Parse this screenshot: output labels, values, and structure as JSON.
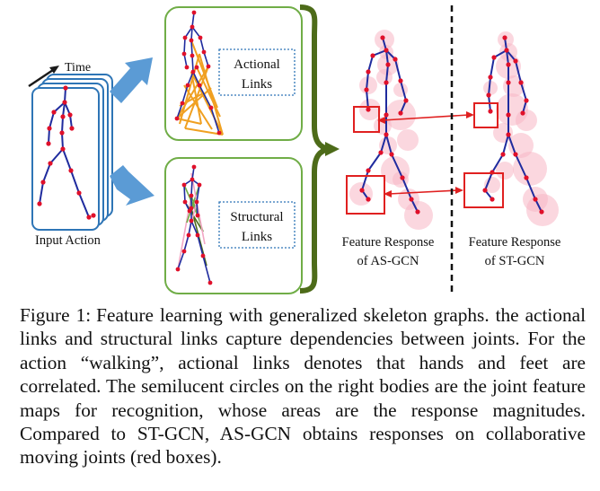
{
  "figure": {
    "time_label": "Time",
    "input_label": "Input Action",
    "actional_label": [
      "Actional",
      "Links"
    ],
    "structural_label": [
      "Structural",
      "Links"
    ],
    "as_gcn_label": [
      "Feature Response",
      "of AS-GCN"
    ],
    "st_gcn_label": [
      "Feature Response",
      "of ST-GCN"
    ]
  },
  "caption": {
    "prefix": "Figure 1:",
    "text": "Feature learning with generalized skeleton graphs. the actional links and structural links capture dependencies between joints. For the action “walking”, actional links denotes that hands and feet are correlated. The semilucent circles on the right bodies are the joint feature maps for recognition, whose areas are the response magnitudes. Compared to ST-GCN, AS-GCN obtains responses on collaborative moving joints (red boxes)."
  },
  "colors": {
    "frame_blue": "#2e75b6",
    "arrow_blue": "#5b9bd5",
    "panel_green": "#70ad47",
    "brace_olive": "#4d6b19",
    "bone_navy": "#1f2b9e",
    "joint_red": "#e0102a",
    "actional_orange": "#f0a020",
    "response_pink": "#f7b6c4",
    "box_red": "#e02020"
  }
}
